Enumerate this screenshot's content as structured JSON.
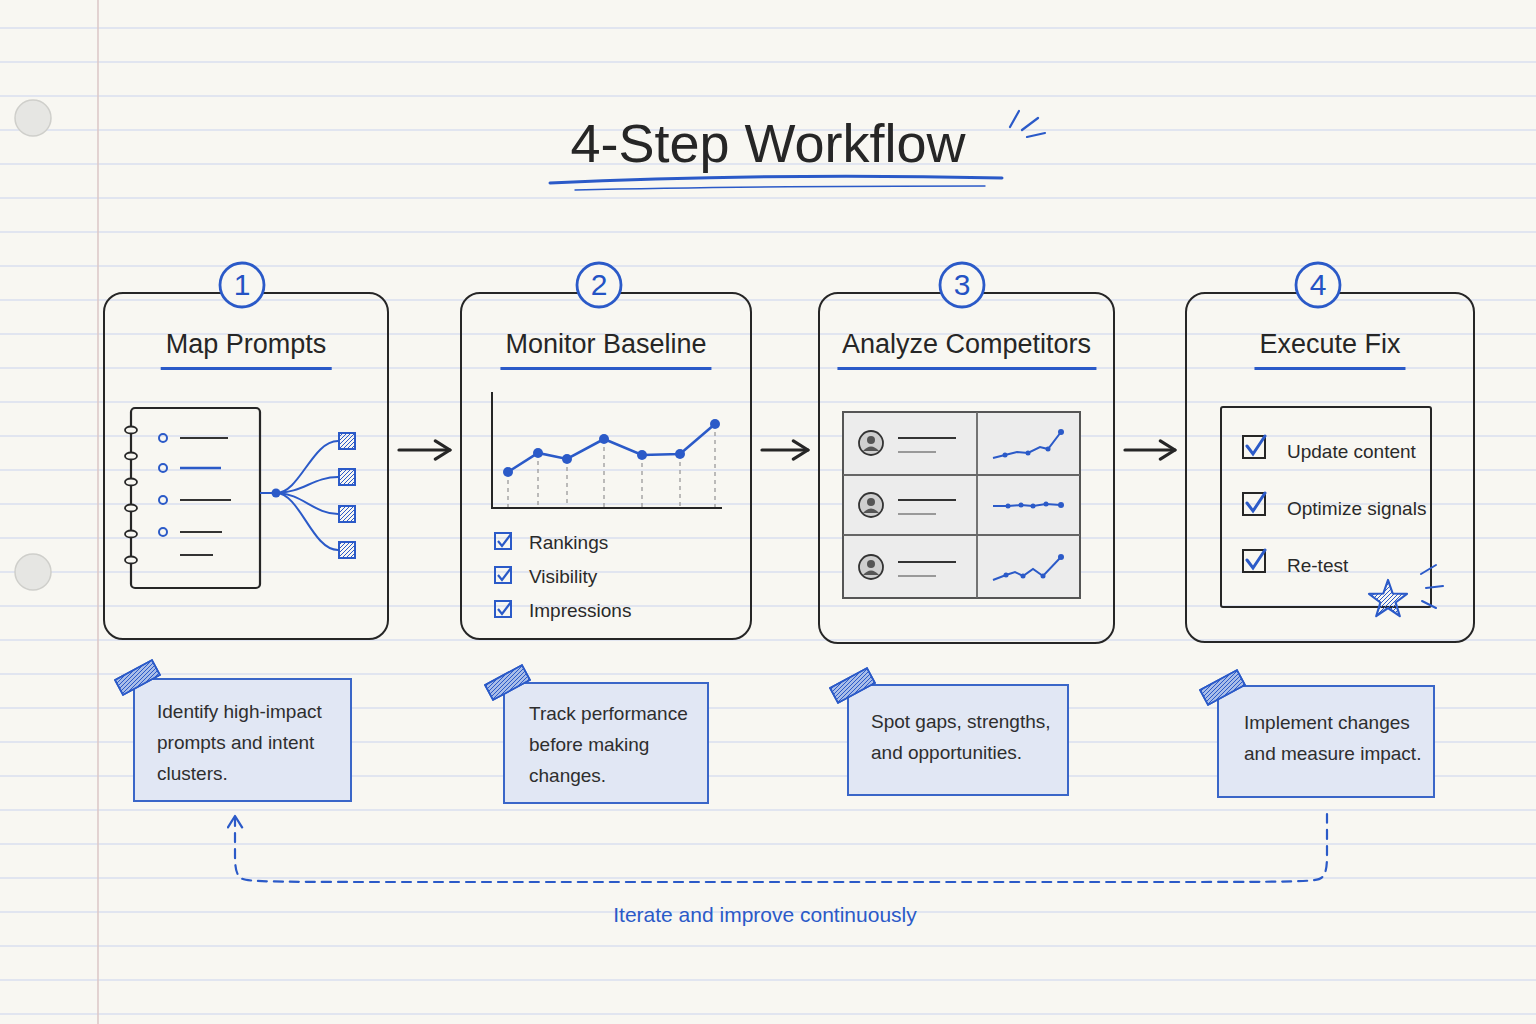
{
  "diagram": {
    "title": "4-Step Workflow",
    "nodes": [
      {
        "text": [
          "Map Prompts"
        ]
      },
      {
        "text": [
          "1"
        ],
        "in": 0
      },
      {
        "text": [
          "Monitor Baseline",
          "Rankings",
          "Visibility",
          "Impressions"
        ]
      },
      {
        "text": [
          "2"
        ],
        "in": 2
      },
      {
        "text": [
          "Analyze Competitors"
        ]
      },
      {
        "text": [
          "3"
        ],
        "in": 4
      },
      {
        "text": [
          "Execute Fix"
        ]
      },
      {
        "text": [
          "4"
        ],
        "in": 6
      },
      {
        "text": [
          "Update content",
          "Optimize signals",
          "Re-test"
        ],
        "in": 6
      },
      {
        "text": [
          "Identify high-impact prompts and intent clusters."
        ]
      },
      {
        "text": [
          "Track performance before making changes."
        ]
      },
      {
        "text": [
          "Spot gaps, strengths, and opportunities."
        ]
      },
      {
        "text": [
          "Implement changes and measure impact."
        ]
      }
    ],
    "edges": [
      {
        "from": 0,
        "to": 2,
        "arrow": "to"
      },
      {
        "from": 2,
        "to": 4,
        "arrow": "to"
      },
      {
        "from": 4,
        "to": 6,
        "arrow": "to"
      },
      {
        "from": 12,
        "to": 9,
        "label": "Iterate and improve continuously",
        "arrow": "to"
      }
    ]
  }
}
